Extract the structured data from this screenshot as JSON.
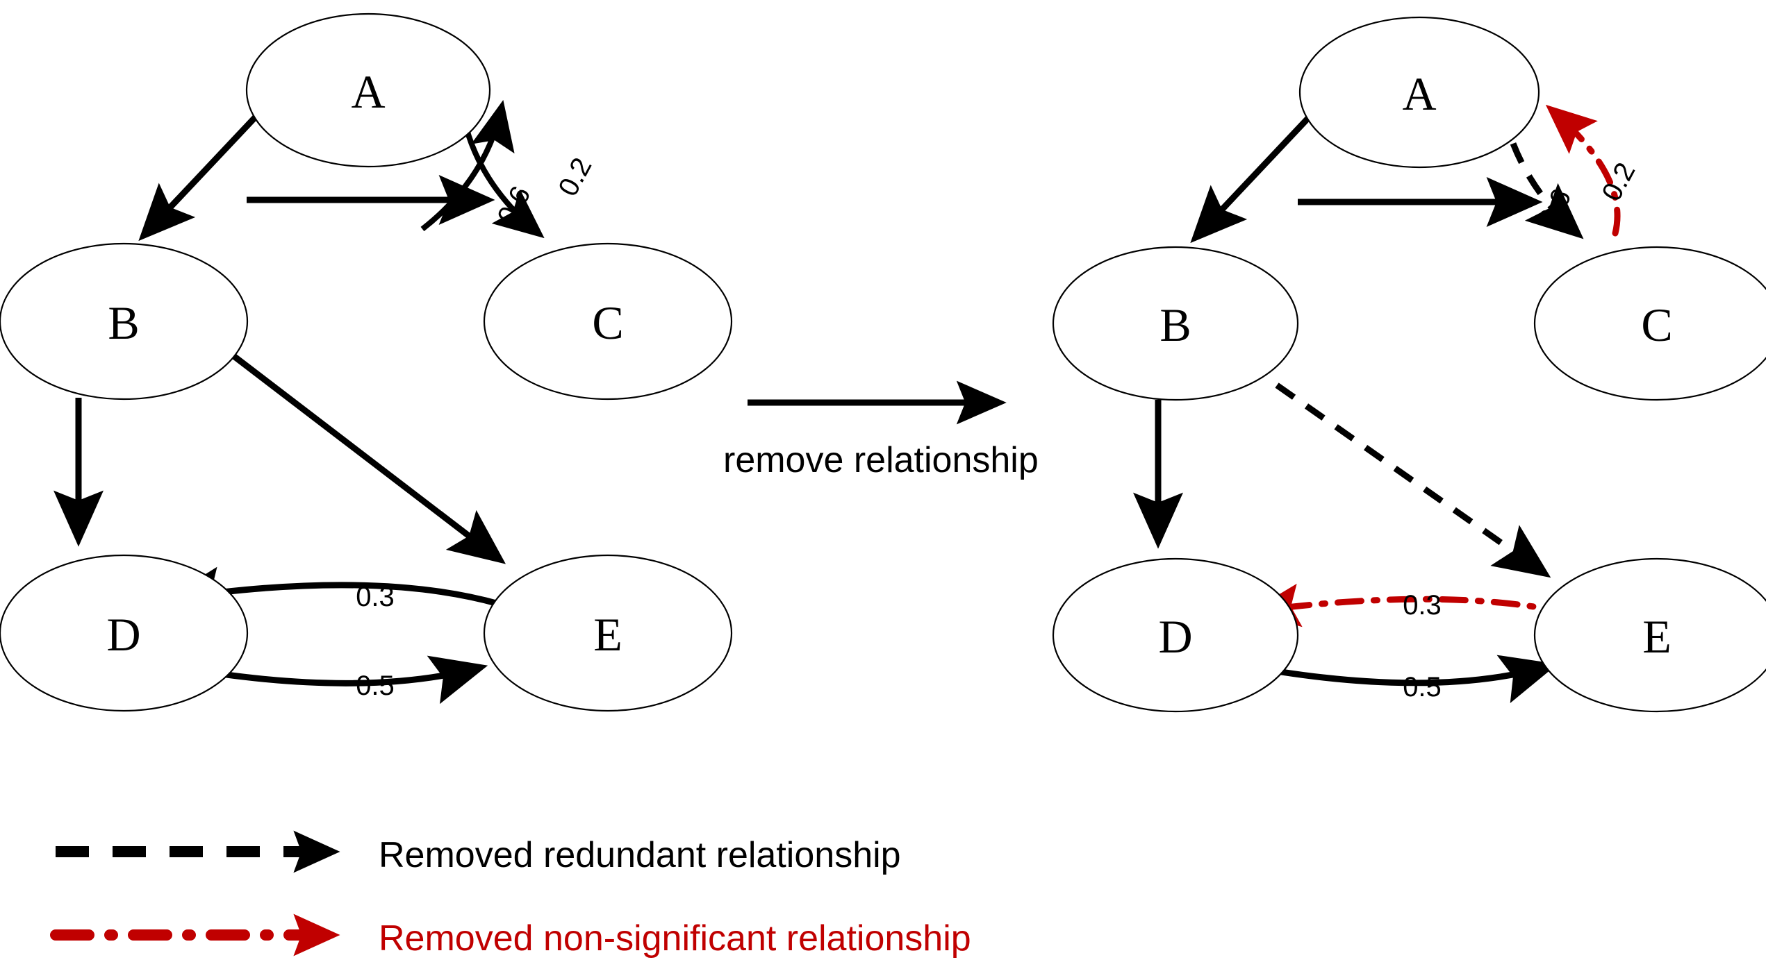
{
  "figure": {
    "type": "directed-graph-transformation",
    "accent_colors": {
      "black": "#000000",
      "red": "#C00000",
      "background": "#FFFFFF"
    },
    "transform": {
      "label": "remove  relationship",
      "arrow_icon": "right-arrow-icon"
    },
    "graphs": [
      {
        "id": "before",
        "name": "original-graph",
        "nodes": [
          {
            "id": "A",
            "label": "A"
          },
          {
            "id": "B",
            "label": "B"
          },
          {
            "id": "C",
            "label": "C"
          },
          {
            "id": "D",
            "label": "D"
          },
          {
            "id": "E",
            "label": "E"
          }
        ],
        "edges": [
          {
            "from": "A",
            "to": "B",
            "weight": "",
            "style": "solid",
            "color": "#000000"
          },
          {
            "from": "A",
            "to": "C",
            "weight": "0.6",
            "style": "solid",
            "color": "#000000"
          },
          {
            "from": "C",
            "to": "A",
            "weight": "0.2",
            "style": "solid",
            "color": "#000000"
          },
          {
            "from": "B",
            "to": "C",
            "weight": "",
            "style": "solid",
            "color": "#000000"
          },
          {
            "from": "B",
            "to": "D",
            "weight": "",
            "style": "solid",
            "color": "#000000"
          },
          {
            "from": "B",
            "to": "E",
            "weight": "",
            "style": "solid",
            "color": "#000000"
          },
          {
            "from": "E",
            "to": "D",
            "weight": "0.3",
            "style": "solid",
            "color": "#000000"
          },
          {
            "from": "D",
            "to": "E",
            "weight": "0.5",
            "style": "solid",
            "color": "#000000"
          }
        ]
      },
      {
        "id": "after",
        "name": "pruned-graph",
        "nodes": [
          {
            "id": "A",
            "label": "A"
          },
          {
            "id": "B",
            "label": "B"
          },
          {
            "id": "C",
            "label": "C"
          },
          {
            "id": "D",
            "label": "D"
          },
          {
            "id": "E",
            "label": "E"
          }
        ],
        "edges": [
          {
            "from": "A",
            "to": "B",
            "weight": "",
            "style": "solid",
            "color": "#000000"
          },
          {
            "from": "A",
            "to": "C",
            "weight": "0.6",
            "style": "dashed",
            "color": "#000000"
          },
          {
            "from": "C",
            "to": "A",
            "weight": "0.2",
            "style": "dash-dot",
            "color": "#C00000"
          },
          {
            "from": "B",
            "to": "C",
            "weight": "",
            "style": "solid",
            "color": "#000000"
          },
          {
            "from": "B",
            "to": "D",
            "weight": "",
            "style": "solid",
            "color": "#000000"
          },
          {
            "from": "B",
            "to": "E",
            "weight": "",
            "style": "dashed",
            "color": "#000000"
          },
          {
            "from": "E",
            "to": "D",
            "weight": "0.3",
            "style": "dash-dot",
            "color": "#C00000"
          },
          {
            "from": "D",
            "to": "E",
            "weight": "0.5",
            "style": "solid",
            "color": "#000000"
          }
        ]
      }
    ],
    "legend": {
      "items": [
        {
          "key": "removed-redundant",
          "style": "dashed",
          "color": "#000000",
          "label": "Removed redundant relationship"
        },
        {
          "key": "removed-non-significant",
          "style": "dash-dot",
          "color": "#C00000",
          "label": "Removed non-significant relationship"
        }
      ]
    },
    "weights": {
      "ac": "0.6",
      "ca": "0.2",
      "ed": "0.3",
      "de": "0.5"
    },
    "node_labels": {
      "a": "A",
      "b": "B",
      "c": "C",
      "d": "D",
      "e": "E"
    }
  }
}
